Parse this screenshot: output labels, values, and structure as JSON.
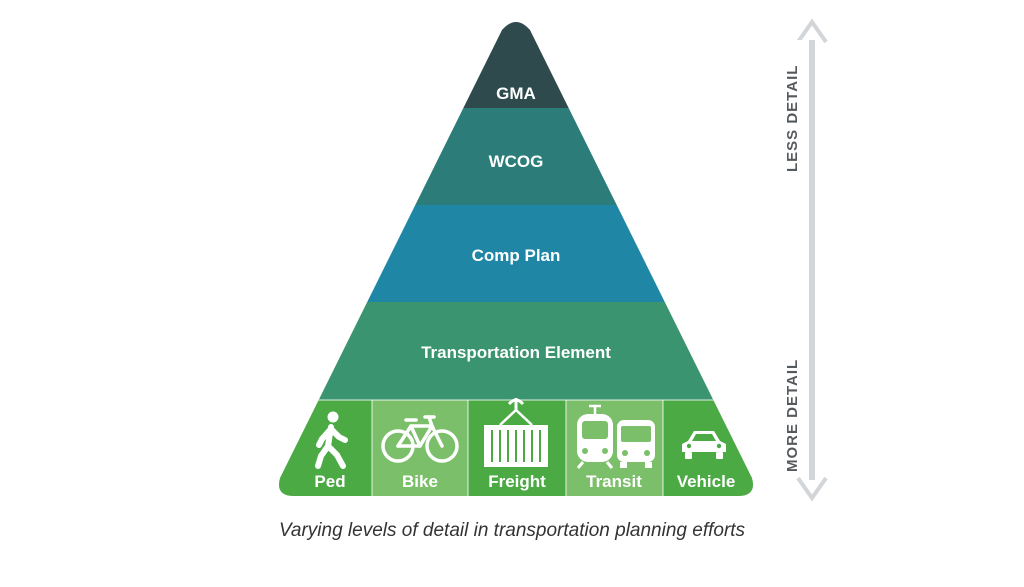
{
  "levels": [
    {
      "label": "GMA",
      "color": "#2f4a4d"
    },
    {
      "label": "WCOG",
      "color": "#2c7d7a"
    },
    {
      "label": "Comp Plan",
      "color": "#1f87a5"
    },
    {
      "label": "Transportation Element",
      "color": "#3a9470"
    }
  ],
  "modes": [
    {
      "label": "Ped",
      "icon": "pedestrian-icon",
      "color": "#4caa45"
    },
    {
      "label": "Bike",
      "icon": "bicycle-icon",
      "color": "#7cbf6a"
    },
    {
      "label": "Freight",
      "icon": "freight-container-icon",
      "color": "#4caa45"
    },
    {
      "label": "Transit",
      "icon": "train-bus-icon",
      "color": "#7cbf6a"
    },
    {
      "label": "Vehicle",
      "icon": "car-icon",
      "color": "#4caa45"
    }
  ],
  "axis": {
    "top_label": "LESS DETAIL",
    "bottom_label": "MORE DETAIL",
    "color": "#d3d6d9"
  },
  "caption": "Varying levels of detail in transportation planning efforts"
}
